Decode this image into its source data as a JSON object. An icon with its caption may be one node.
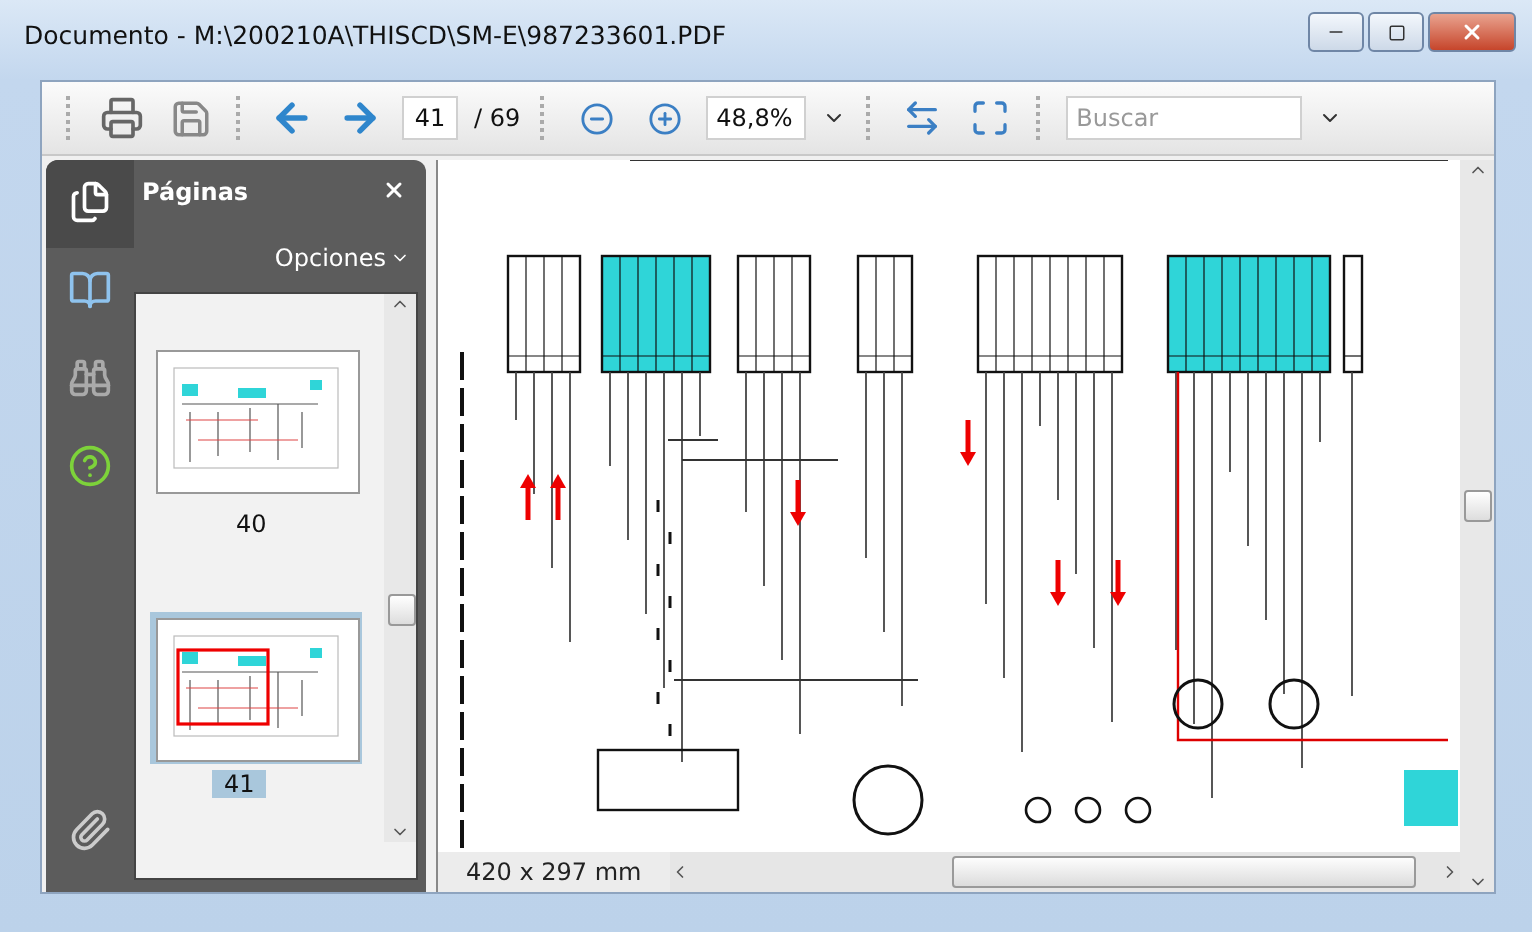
{
  "diagram": {
    "labels": [
      "Documento - M:\\200210A\\THISCD\\SM-E\\987233601.PDF",
      "41",
      "/ 69",
      "48,8%",
      "Buscar",
      "Páginas",
      "Opciones",
      "40",
      "41",
      "420 x 297 mm"
    ]
  }
}
